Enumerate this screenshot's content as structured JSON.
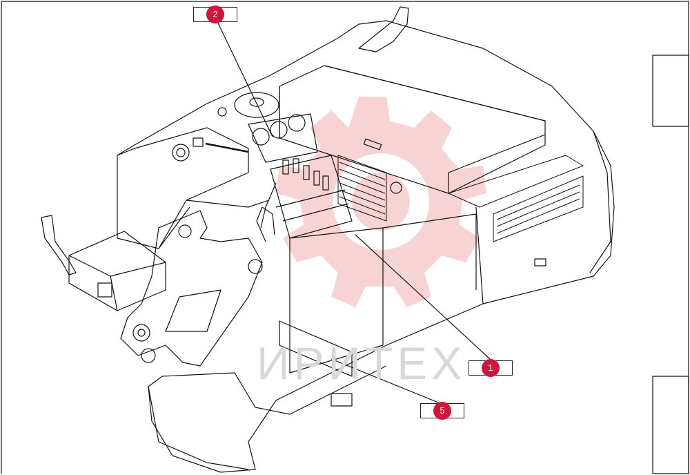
{
  "colors": {
    "marker": "#d1163c",
    "watermark_gear": "#f7d3d3",
    "watermark_text": "#d8d8d8",
    "lines": "#111111"
  },
  "watermark": {
    "text": "ИРИТЕХ"
  },
  "callouts": [
    {
      "id": "c2",
      "label": "2"
    },
    {
      "id": "c1",
      "label": "1"
    },
    {
      "id": "c5",
      "label": "5"
    }
  ]
}
